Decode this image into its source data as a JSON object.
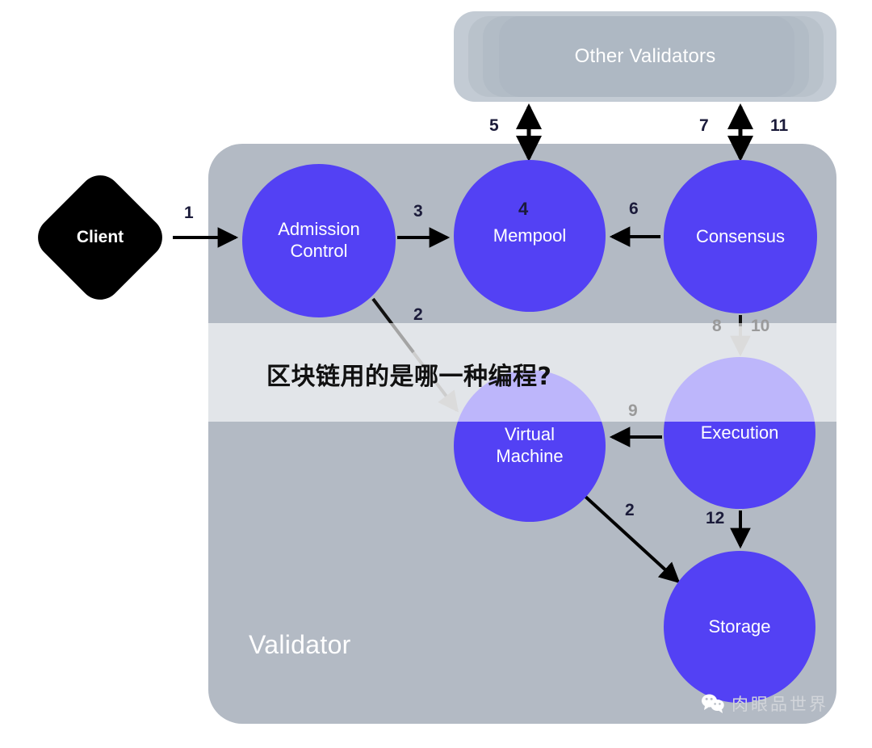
{
  "diagram": {
    "title": "Blockchain validator architecture flow",
    "colors": {
      "node_blue": "#5341f4",
      "container_gray": "#b3bac4",
      "other_validators_gray": "#c3cbd4",
      "client_black": "#000000",
      "label_navy": "#1b1b3a",
      "muted_label": "#9a9a9a",
      "text_white": "#ffffff"
    },
    "other_validators": {
      "label": "Other Validators"
    },
    "validator": {
      "label": "Validator"
    },
    "client": {
      "label": "Client"
    },
    "nodes": [
      {
        "id": "admission-control",
        "line1": "Admission",
        "line2": "Control"
      },
      {
        "id": "mempool",
        "line1": "Mempool",
        "line2": "",
        "inner_number": "4"
      },
      {
        "id": "consensus",
        "line1": "Consensus",
        "line2": ""
      },
      {
        "id": "virtual-machine",
        "line1": "Virtual",
        "line2": "Machine"
      },
      {
        "id": "execution",
        "line1": "Execution",
        "line2": ""
      },
      {
        "id": "storage",
        "line1": "Storage",
        "line2": ""
      }
    ],
    "edge_labels": [
      {
        "id": "client-to-admission",
        "text": "1"
      },
      {
        "id": "admission-to-vm",
        "text": "2"
      },
      {
        "id": "admission-to-mempool",
        "text": "3"
      },
      {
        "id": "mempool-inner",
        "text": "4"
      },
      {
        "id": "mempool-to-other-validators",
        "text": "5"
      },
      {
        "id": "consensus-to-mempool",
        "text": "6"
      },
      {
        "id": "consensus-to-other-validators-out",
        "text": "7"
      },
      {
        "id": "consensus-to-execution-8",
        "text": "8"
      },
      {
        "id": "execution-to-vm",
        "text": "9"
      },
      {
        "id": "consensus-to-execution-10",
        "text": "10"
      },
      {
        "id": "consensus-to-other-validators-in",
        "text": "11"
      },
      {
        "id": "execution-to-storage",
        "text": "12"
      },
      {
        "id": "vm-to-storage",
        "text": "2"
      }
    ],
    "overlay": {
      "question": "区块链用的是哪一种编程?"
    },
    "watermark": {
      "icon": "wechat-icon",
      "text": "肉眼品世界"
    }
  }
}
